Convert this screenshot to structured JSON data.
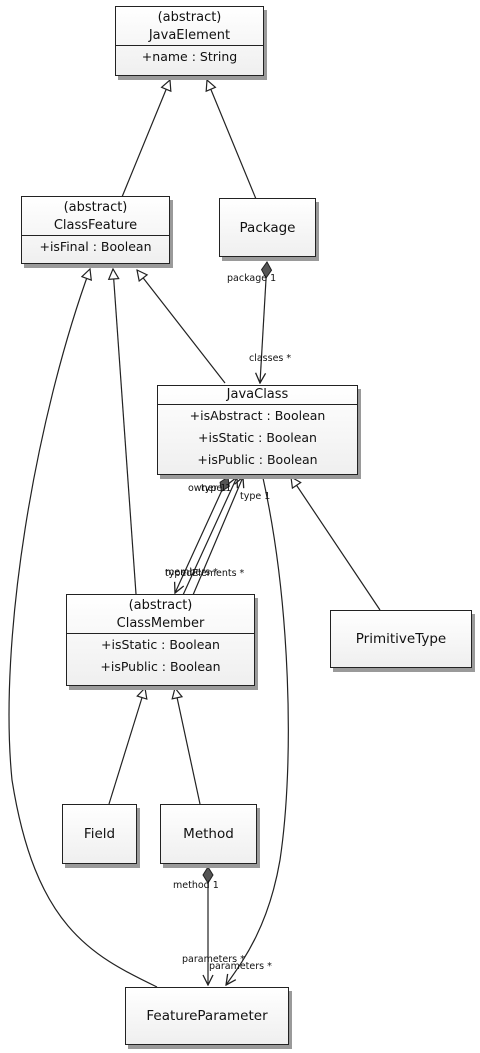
{
  "classes": {
    "java_element": {
      "stereotype": "(abstract)",
      "name": "JavaElement",
      "attributes": [
        "+name : String"
      ]
    },
    "class_feature": {
      "stereotype": "(abstract)",
      "name": "ClassFeature",
      "attributes": [
        "+isFinal : Boolean"
      ]
    },
    "package": {
      "name": "Package"
    },
    "java_class": {
      "name": "JavaClass",
      "attributes": [
        "+isAbstract : Boolean",
        "+isStatic : Boolean",
        "+isPublic : Boolean"
      ]
    },
    "class_member": {
      "stereotype": "(abstract)",
      "name": "ClassMember",
      "attributes": [
        "+isStatic : Boolean",
        "+isPublic : Boolean"
      ]
    },
    "primitive_type": {
      "name": "PrimitiveType"
    },
    "field": {
      "name": "Field"
    },
    "method": {
      "name": "Method"
    },
    "feature_parameter": {
      "name": "FeatureParameter"
    }
  },
  "labels": {
    "package_end": "package 1",
    "classes_end": "classes *",
    "owner_end": "owner 1",
    "type_end": "type 1",
    "type_end_2": "type 1",
    "members_end": "members *",
    "typedelements_end": "typedElements *",
    "method_end": "method 1",
    "parameters_end": "parameters *",
    "parameters_end_2": "parameters *"
  }
}
